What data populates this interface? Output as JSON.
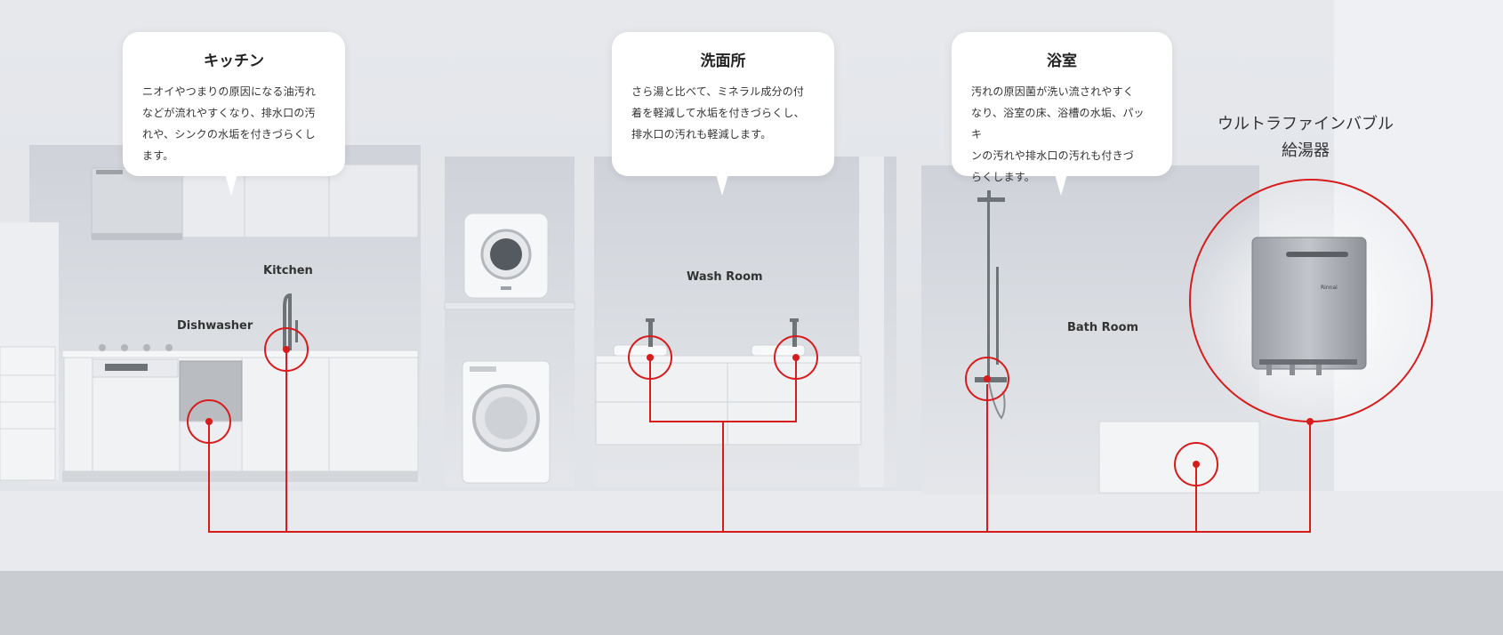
{
  "bubbles": {
    "kitchen": {
      "title": "キッチン",
      "lines": [
        "ニオイやつまりの原因になる油汚れ",
        "などが流れやすくなり、排水口の汚",
        "れや、シンクの水垢を付きづらくし",
        "ます。"
      ]
    },
    "washroom": {
      "title": "洗面所",
      "lines": [
        "さら湯と比べて、ミネラル成分の付",
        "着を軽減して水垢を付きづらくし、",
        "排水口の汚れも軽減します。"
      ]
    },
    "bathroom": {
      "title": "浴室",
      "lines": [
        "汚れの原因菌が洗い流されやすく",
        "なり、浴室の床、浴槽の水垢、パッキ",
        "ンの汚れや排水口の汚れも付きづ",
        "らくします。"
      ]
    }
  },
  "labels": {
    "kitchen": "Kitchen",
    "dishwasher": "Dishwasher",
    "wash_room": "Wash Room",
    "bath_room": "Bath Room"
  },
  "heater": {
    "title_line1": "ウルトラファインバブル",
    "title_line2": "給湯器",
    "brand": "Rinnai"
  },
  "colors": {
    "connector": "#d81b1b",
    "wall": "#eceef1",
    "room_back": "#d9dce1",
    "cabinet": "#f1f2f4"
  },
  "icons": [
    "water-heater-icon",
    "faucet-icon",
    "shower-icon",
    "washing-machine-icon",
    "dryer-icon",
    "range-hood-icon"
  ]
}
